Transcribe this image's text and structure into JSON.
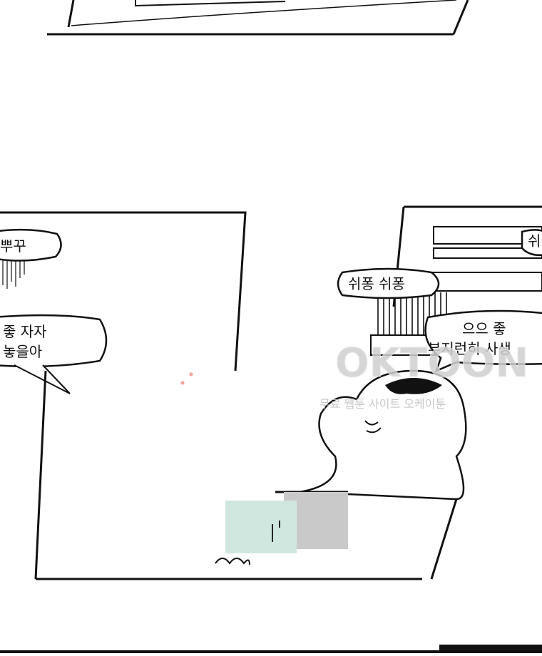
{
  "panels": {
    "top": {
      "caption": ""
    },
    "left": {
      "bubble_top": "뿌꾸",
      "bubble_mid_line1": "좋 자자",
      "bubble_mid_line2": "놓을아"
    },
    "right": {
      "bubble_small": "쉬퐁 쉬퐁",
      "bubble_corner": "쉬",
      "bubble_main_line1": "으으 좋",
      "bubble_main_line2": "부지런히 사생"
    }
  },
  "watermark": {
    "brand": "OKTOON",
    "tagline": "무료 웹툰 사이트 오케이툰"
  },
  "colors": {
    "ink": "#111111",
    "cup_mint": "#cfe7df",
    "cup_shadow": "#c9c9c9",
    "blush": "#f2a19a",
    "watermark": "#cfcfcf"
  }
}
